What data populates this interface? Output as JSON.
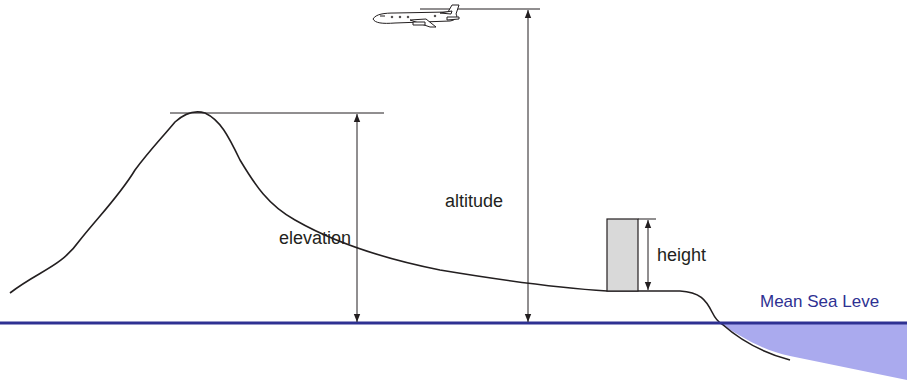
{
  "diagram": {
    "labels": [
      "elevation",
      "altitude",
      "height",
      "Mean Sea Leve"
    ]
  }
}
